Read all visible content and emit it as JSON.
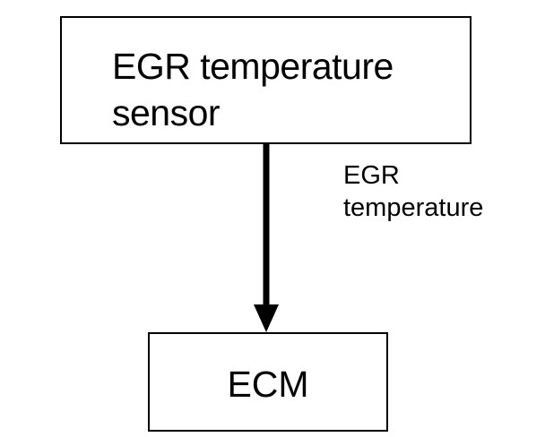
{
  "diagram": {
    "source_node": {
      "label": "EGR temperature\nsensor"
    },
    "target_node": {
      "label": "ECM"
    },
    "connection": {
      "label": "EGR\ntemperature",
      "direction": "source-to-target"
    },
    "colors": {
      "stroke": "#000000",
      "background": "#ffffff"
    }
  }
}
